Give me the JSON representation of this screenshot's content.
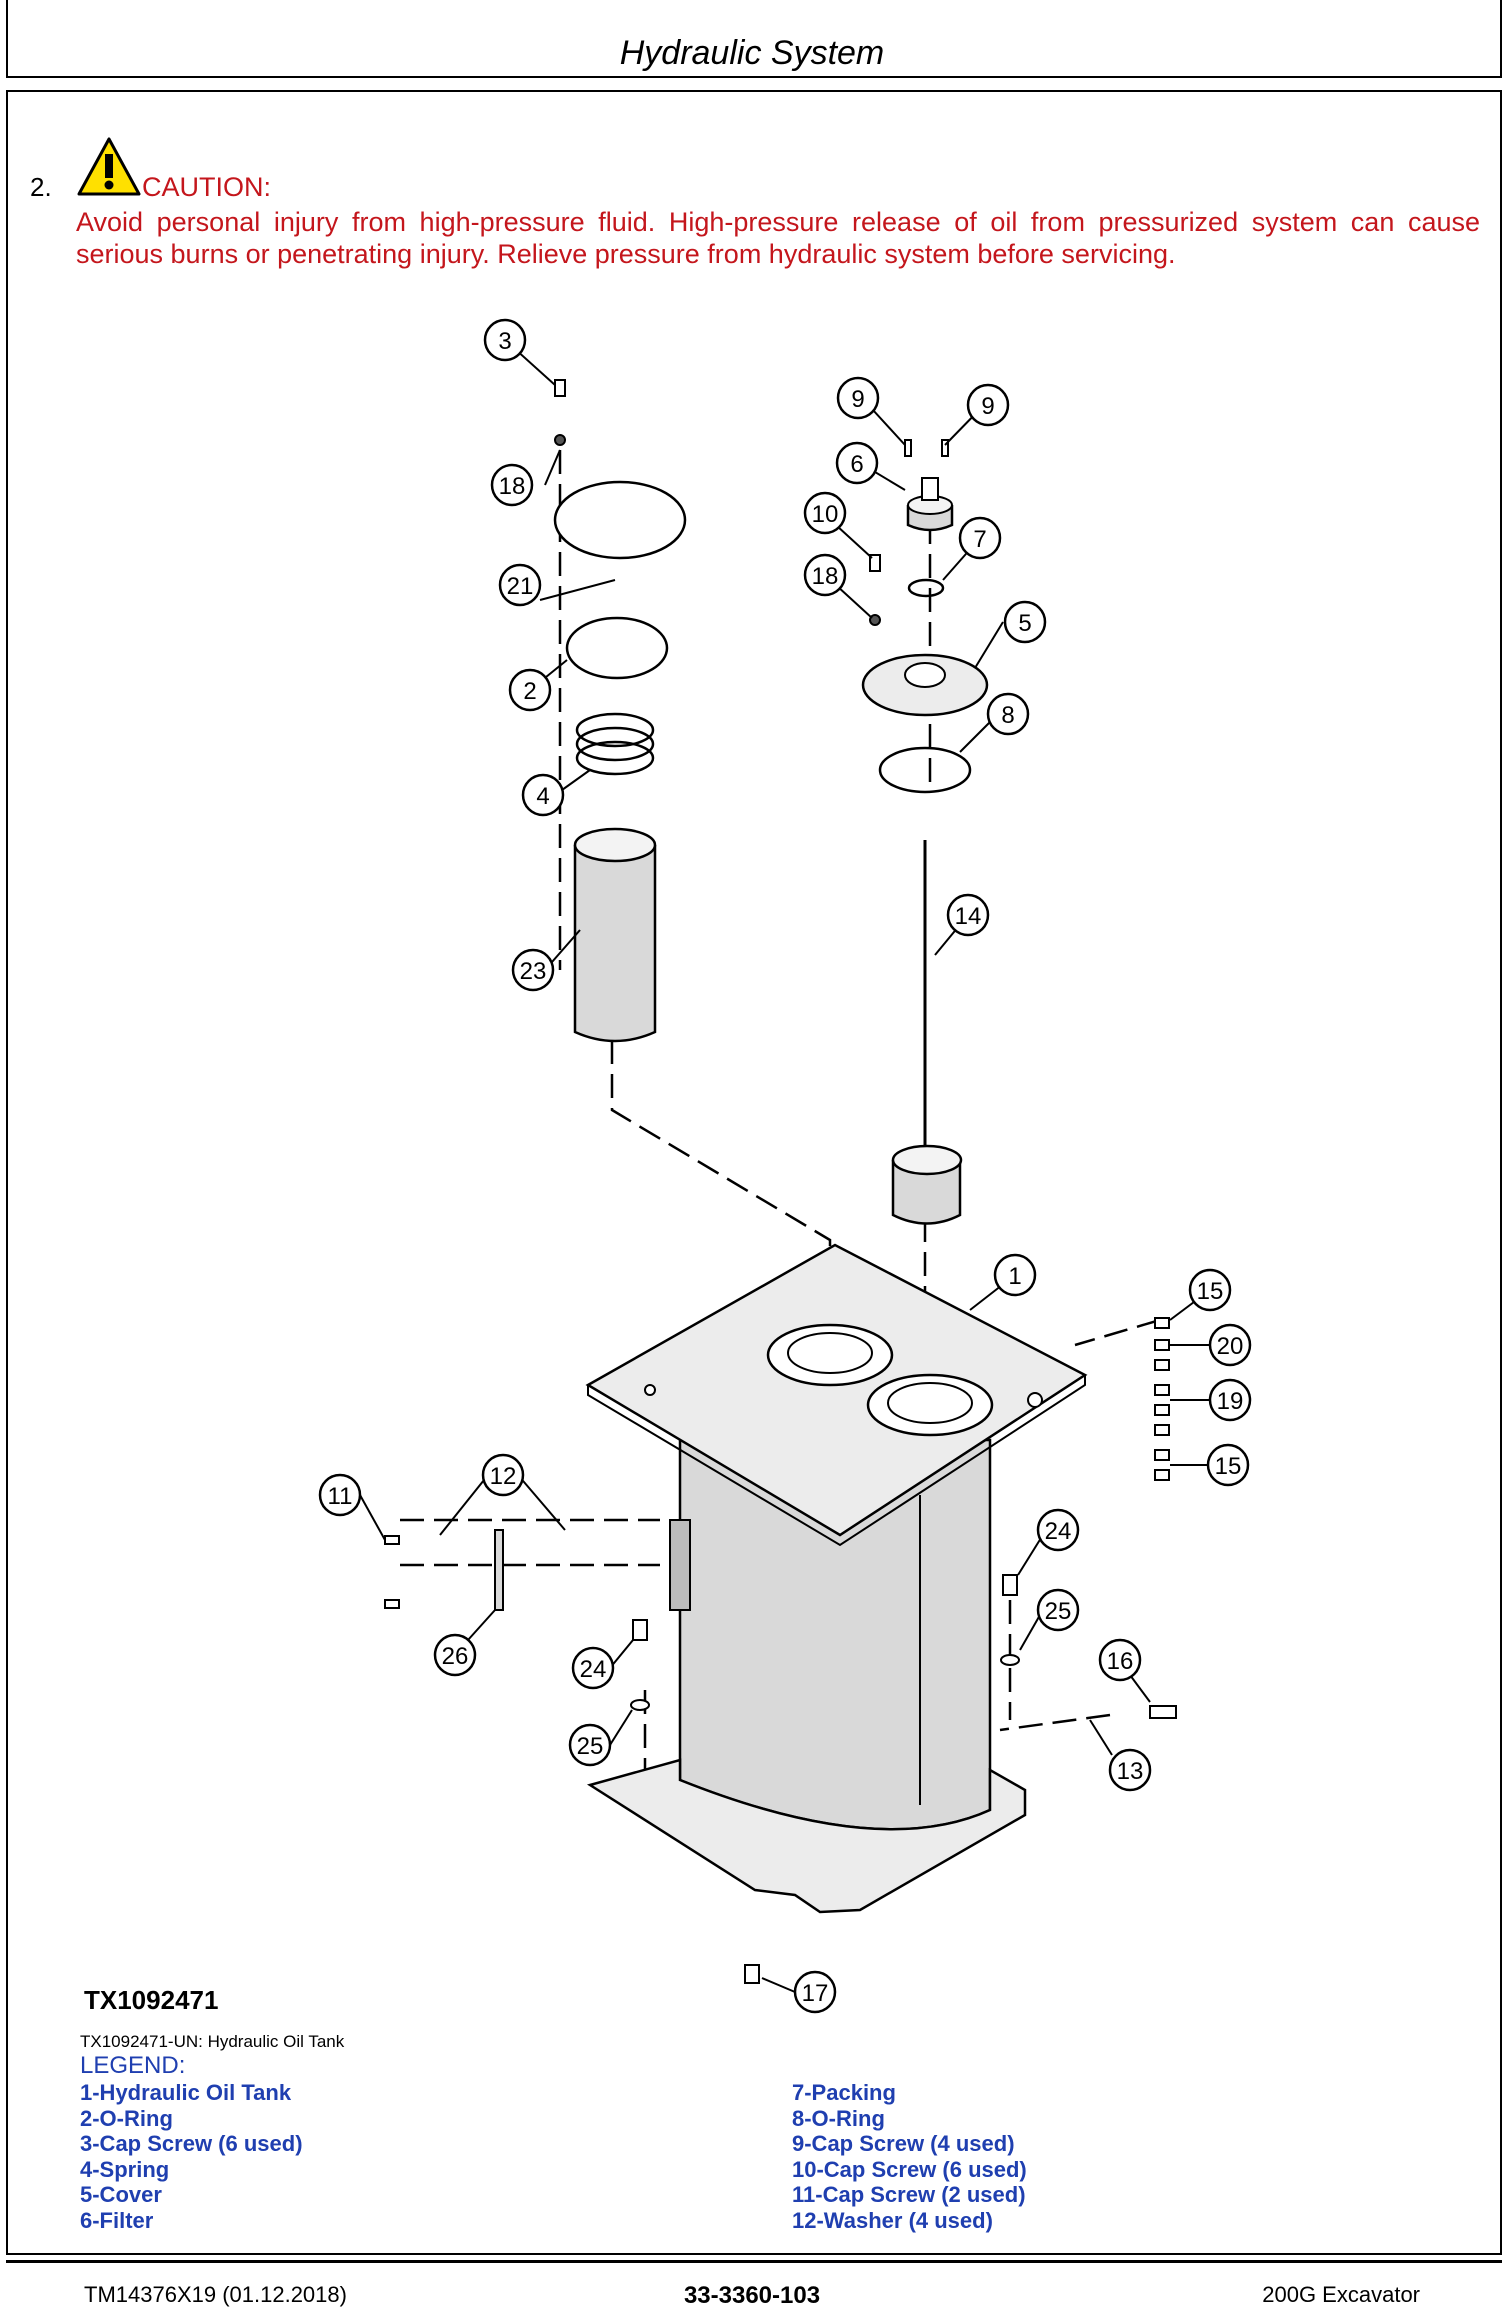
{
  "header": {
    "title": "Hydraulic System"
  },
  "step": {
    "number": "2.",
    "caution_label": "CAUTION:",
    "caution_text": "Avoid personal injury from high-pressure fluid. High-pressure release of oil from pressurized system can cause serious burns or penetrating injury. Relieve pressure from hydraulic system before servicing."
  },
  "colors": {
    "caution": "#c4161c",
    "legend": "#1f3fb0",
    "tank_fill": "#d9d9d9"
  },
  "figure": {
    "id": "TX1092471",
    "caption": "TX1092471-UN: Hydraulic Oil Tank",
    "callouts": [
      "3",
      "18",
      "21",
      "2",
      "4",
      "23",
      "9",
      "9",
      "6",
      "10",
      "7",
      "18",
      "5",
      "8",
      "14",
      "1",
      "15",
      "20",
      "19",
      "15",
      "11",
      "12",
      "26",
      "24",
      "25",
      "24",
      "25",
      "16",
      "13",
      "17"
    ]
  },
  "legend": {
    "heading": "LEGEND:",
    "left": [
      "1-Hydraulic Oil Tank",
      "2-O-Ring",
      "3-Cap Screw (6 used)",
      "4-Spring",
      "5-Cover",
      "6-Filter"
    ],
    "right": [
      "7-Packing",
      "8-O-Ring",
      "9-Cap Screw (4 used)",
      "10-Cap Screw (6 used)",
      "11-Cap Screw (2 used)",
      "12-Washer (4 used)"
    ]
  },
  "footer": {
    "left": "TM14376X19 (01.12.2018)",
    "center": "33-3360-103",
    "right": "200G Excavator"
  }
}
